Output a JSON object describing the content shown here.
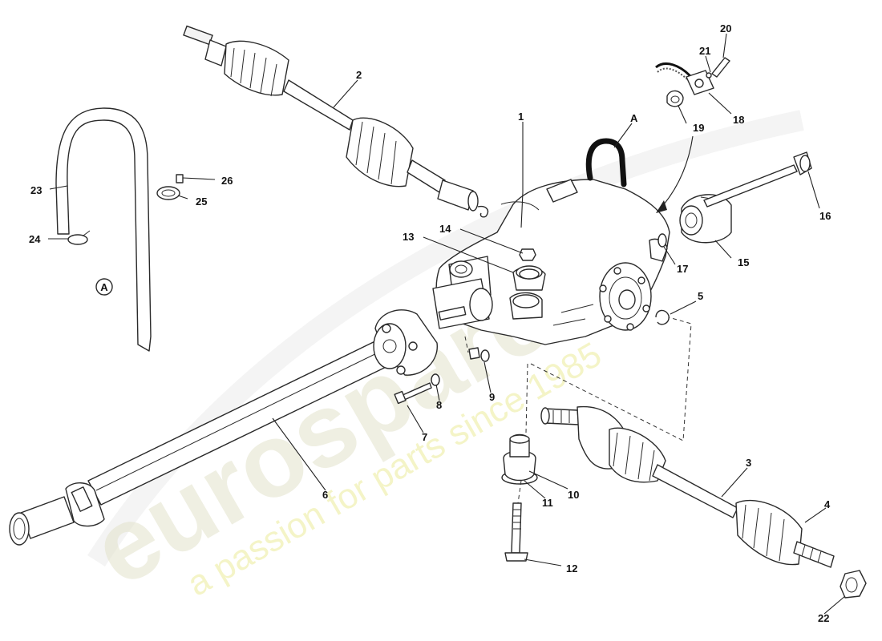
{
  "watermark": {
    "brand": "eurospares",
    "tagline": "a passion for parts since 1985"
  },
  "callouts": [
    {
      "id": "1",
      "label": "1"
    },
    {
      "id": "2",
      "label": "2"
    },
    {
      "id": "3",
      "label": "3"
    },
    {
      "id": "4",
      "label": "4"
    },
    {
      "id": "5",
      "label": "5"
    },
    {
      "id": "6",
      "label": "6"
    },
    {
      "id": "7",
      "label": "7"
    },
    {
      "id": "8",
      "label": "8"
    },
    {
      "id": "9",
      "label": "9"
    },
    {
      "id": "10",
      "label": "10"
    },
    {
      "id": "11",
      "label": "11"
    },
    {
      "id": "12",
      "label": "12"
    },
    {
      "id": "13",
      "label": "13"
    },
    {
      "id": "14",
      "label": "14"
    },
    {
      "id": "15",
      "label": "15"
    },
    {
      "id": "16",
      "label": "16"
    },
    {
      "id": "17",
      "label": "17"
    },
    {
      "id": "18",
      "label": "18"
    },
    {
      "id": "19",
      "label": "19"
    },
    {
      "id": "20",
      "label": "20"
    },
    {
      "id": "21",
      "label": "21"
    },
    {
      "id": "22",
      "label": "22"
    },
    {
      "id": "23",
      "label": "23"
    },
    {
      "id": "24",
      "label": "24"
    },
    {
      "id": "25",
      "label": "25"
    },
    {
      "id": "26",
      "label": "26"
    }
  ],
  "detail_marker": {
    "letter": "A"
  },
  "detail_circle": {
    "letter": "A"
  }
}
